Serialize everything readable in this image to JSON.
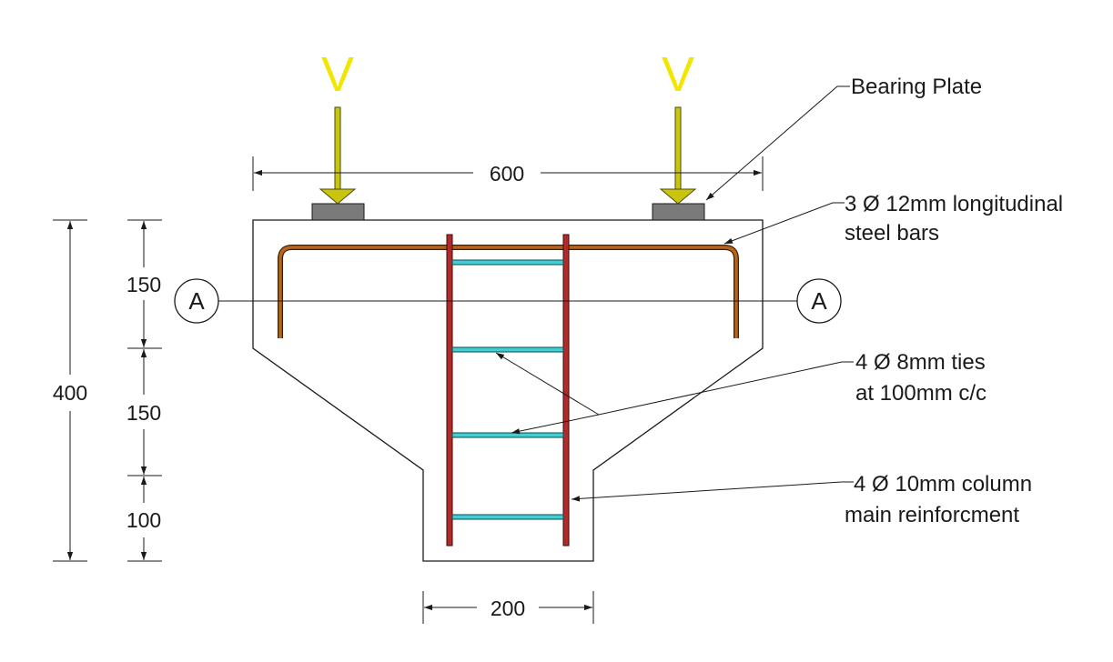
{
  "colors": {
    "load": "#f2e600",
    "load_arrow": "#c9c40e",
    "bearing_plate": "#7a7a7a",
    "longitudinal_bar": "#b8651b",
    "column_bar": "#b22a2a",
    "tie": "#3fd0d6",
    "outline": "#1a1a1a"
  },
  "loads": [
    {
      "label": "V",
      "icon": "down-arrow-icon"
    },
    {
      "label": "V",
      "icon": "down-arrow-icon"
    }
  ],
  "section_marks": {
    "left": "A",
    "right": "A"
  },
  "dimensions": {
    "top_width": "600",
    "bottom_width": "200",
    "total_height": "400",
    "segments": [
      "150",
      "150",
      "100"
    ]
  },
  "notes": {
    "bearing_plate": "Bearing Plate",
    "longitudinal": [
      "3 Ø 12mm longitudinal",
      "steel bars"
    ],
    "ties": [
      "4 Ø 8mm ties",
      "at 100mm c/c"
    ],
    "column": [
      "4 Ø 10mm column",
      "main reinforcment"
    ]
  }
}
